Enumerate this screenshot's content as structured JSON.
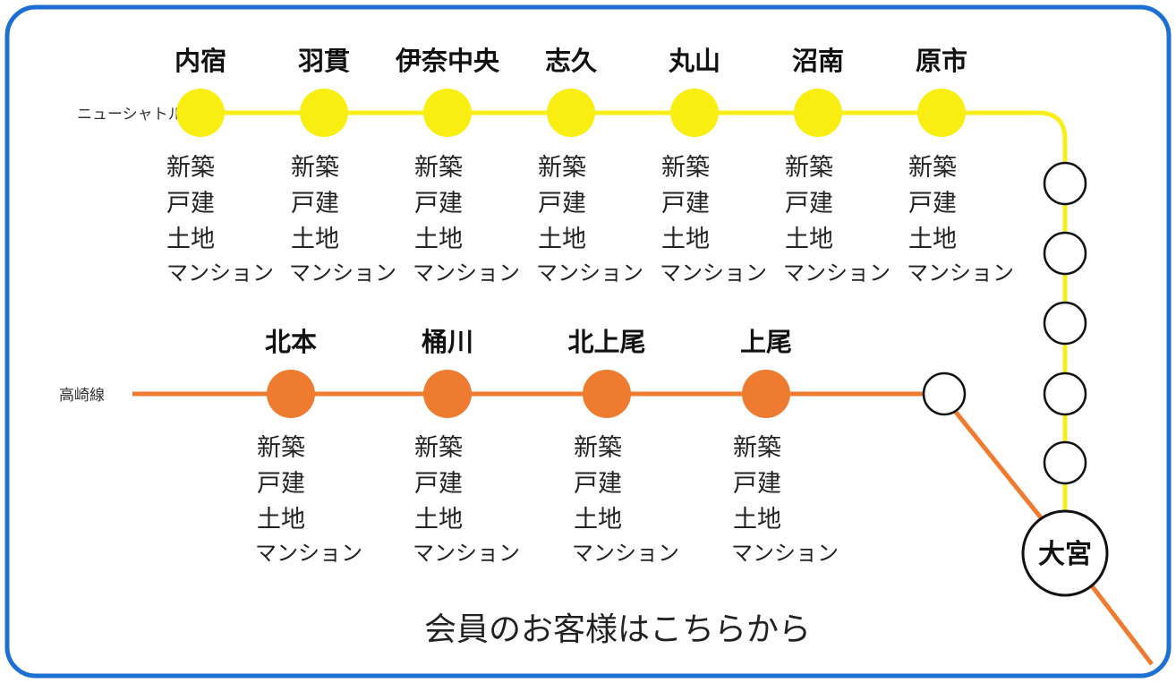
{
  "colors": {
    "frame": "#1e6fd2",
    "yellow_line": "#f7ee1a",
    "yellow_dot": "#f9ee12",
    "orange_line": "#ee7b30",
    "orange_dot": "#ee7b30",
    "empty_dot_stroke": "#111111"
  },
  "lines": {
    "new_shuttle": {
      "label": "ニューシャトル",
      "stations": [
        {
          "name": "内宿",
          "categories": [
            "新築",
            "戸建",
            "土地",
            "マンション"
          ]
        },
        {
          "name": "羽貫",
          "categories": [
            "新築",
            "戸建",
            "土地",
            "マンション"
          ]
        },
        {
          "name": "伊奈中央",
          "categories": [
            "新築",
            "戸建",
            "土地",
            "マンション"
          ]
        },
        {
          "name": "志久",
          "categories": [
            "新築",
            "戸建",
            "土地",
            "マンション"
          ]
        },
        {
          "name": "丸山",
          "categories": [
            "新築",
            "戸建",
            "土地",
            "マンション"
          ]
        },
        {
          "name": "沼南",
          "categories": [
            "新築",
            "戸建",
            "土地",
            "マンション"
          ]
        },
        {
          "name": "原市",
          "categories": [
            "新築",
            "戸建",
            "土地",
            "マンション"
          ]
        }
      ]
    },
    "takasaki": {
      "label": "高崎線",
      "stations": [
        {
          "name": "北本",
          "categories": [
            "新築",
            "戸建",
            "土地",
            "マンション"
          ]
        },
        {
          "name": "桶川",
          "categories": [
            "新築",
            "戸建",
            "土地",
            "マンション"
          ]
        },
        {
          "name": "北上尾",
          "categories": [
            "新築",
            "戸建",
            "土地",
            "マンション"
          ]
        },
        {
          "name": "上尾",
          "categories": [
            "新築",
            "戸建",
            "土地",
            "マンション"
          ]
        }
      ]
    }
  },
  "hub": {
    "name": "大宮"
  },
  "footer": {
    "text": "会員のお客様はこちらから"
  }
}
